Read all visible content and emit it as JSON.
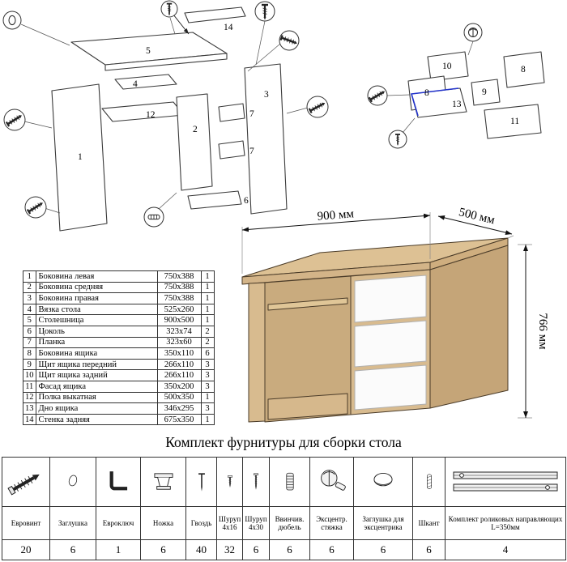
{
  "hardware_title": "Комплект фурнитуры для сборки стола",
  "dimensions": {
    "width": "900 мм",
    "depth": "500 мм",
    "height": "766 мм"
  },
  "parts_table": {
    "rows": [
      {
        "num": "1",
        "name": "Боковина левая",
        "size": "750x388",
        "qty": "1"
      },
      {
        "num": "2",
        "name": "Боковина средняя",
        "size": "750x388",
        "qty": "1"
      },
      {
        "num": "3",
        "name": "Боковина правая",
        "size": "750x388",
        "qty": "1"
      },
      {
        "num": "4",
        "name": "Вязка стола",
        "size": "525x260",
        "qty": "1"
      },
      {
        "num": "5",
        "name": "Столешница",
        "size": "900x500",
        "qty": "1"
      },
      {
        "num": "6",
        "name": "Цоколь",
        "size": "323x74",
        "qty": "2"
      },
      {
        "num": "7",
        "name": "Планка",
        "size": "323x60",
        "qty": "2"
      },
      {
        "num": "8",
        "name": "Боковина ящика",
        "size": "350x110",
        "qty": "6"
      },
      {
        "num": "9",
        "name": "Щит ящика передний",
        "size": "266x110",
        "qty": "3"
      },
      {
        "num": "10",
        "name": "Щит ящика задний",
        "size": "266x110",
        "qty": "3"
      },
      {
        "num": "11",
        "name": "Фасад ящика",
        "size": "350x200",
        "qty": "3"
      },
      {
        "num": "12",
        "name": "Полка выкатная",
        "size": "500x350",
        "qty": "1"
      },
      {
        "num": "13",
        "name": "Дно ящика",
        "size": "346x295",
        "qty": "3"
      },
      {
        "num": "14",
        "name": "Стенка задняя",
        "size": "675x350",
        "qty": "1"
      }
    ]
  },
  "hardware_table": {
    "items": [
      {
        "name": "Евровинт",
        "qty": "20",
        "icon": "euro-screw-icon"
      },
      {
        "name": "Заглушка",
        "qty": "6",
        "icon": "plug-icon"
      },
      {
        "name": "Евроключ",
        "qty": "1",
        "icon": "hex-key-icon"
      },
      {
        "name": "Ножка",
        "qty": "6",
        "icon": "foot-icon"
      },
      {
        "name": "Гвоздь",
        "qty": "40",
        "icon": "nail-icon"
      },
      {
        "name": "Шуруп 4x16",
        "qty": "32",
        "icon": "screw-small-icon"
      },
      {
        "name": "Шуруп 4x30",
        "qty": "6",
        "icon": "screw-long-icon"
      },
      {
        "name": "Ввинчив. дюбель",
        "qty": "6",
        "icon": "screw-in-dowel-icon"
      },
      {
        "name": "Эксцентр. стяжка",
        "qty": "6",
        "icon": "cam-lock-icon"
      },
      {
        "name": "Заглушка для эксцентрика",
        "qty": "6",
        "icon": "cam-cover-icon"
      },
      {
        "name": "Шкант",
        "qty": "6",
        "icon": "wood-dowel-icon"
      },
      {
        "name": "Комплект роликовых направляющих L=350мм",
        "qty": "4",
        "icon": "drawer-slides-icon"
      }
    ]
  },
  "diagram_main": {
    "labels": [
      {
        "text": "14"
      },
      {
        "text": "5"
      },
      {
        "text": "4"
      },
      {
        "text": "12"
      },
      {
        "text": "2"
      },
      {
        "text": "1"
      },
      {
        "text": "3"
      },
      {
        "text": "7"
      },
      {
        "text": "7"
      },
      {
        "text": "6"
      }
    ]
  },
  "diagram_drawer": {
    "labels": [
      {
        "text": "10"
      },
      {
        "text": "8"
      },
      {
        "text": "9"
      },
      {
        "text": "8"
      },
      {
        "text": "13"
      },
      {
        "text": "11"
      }
    ]
  }
}
